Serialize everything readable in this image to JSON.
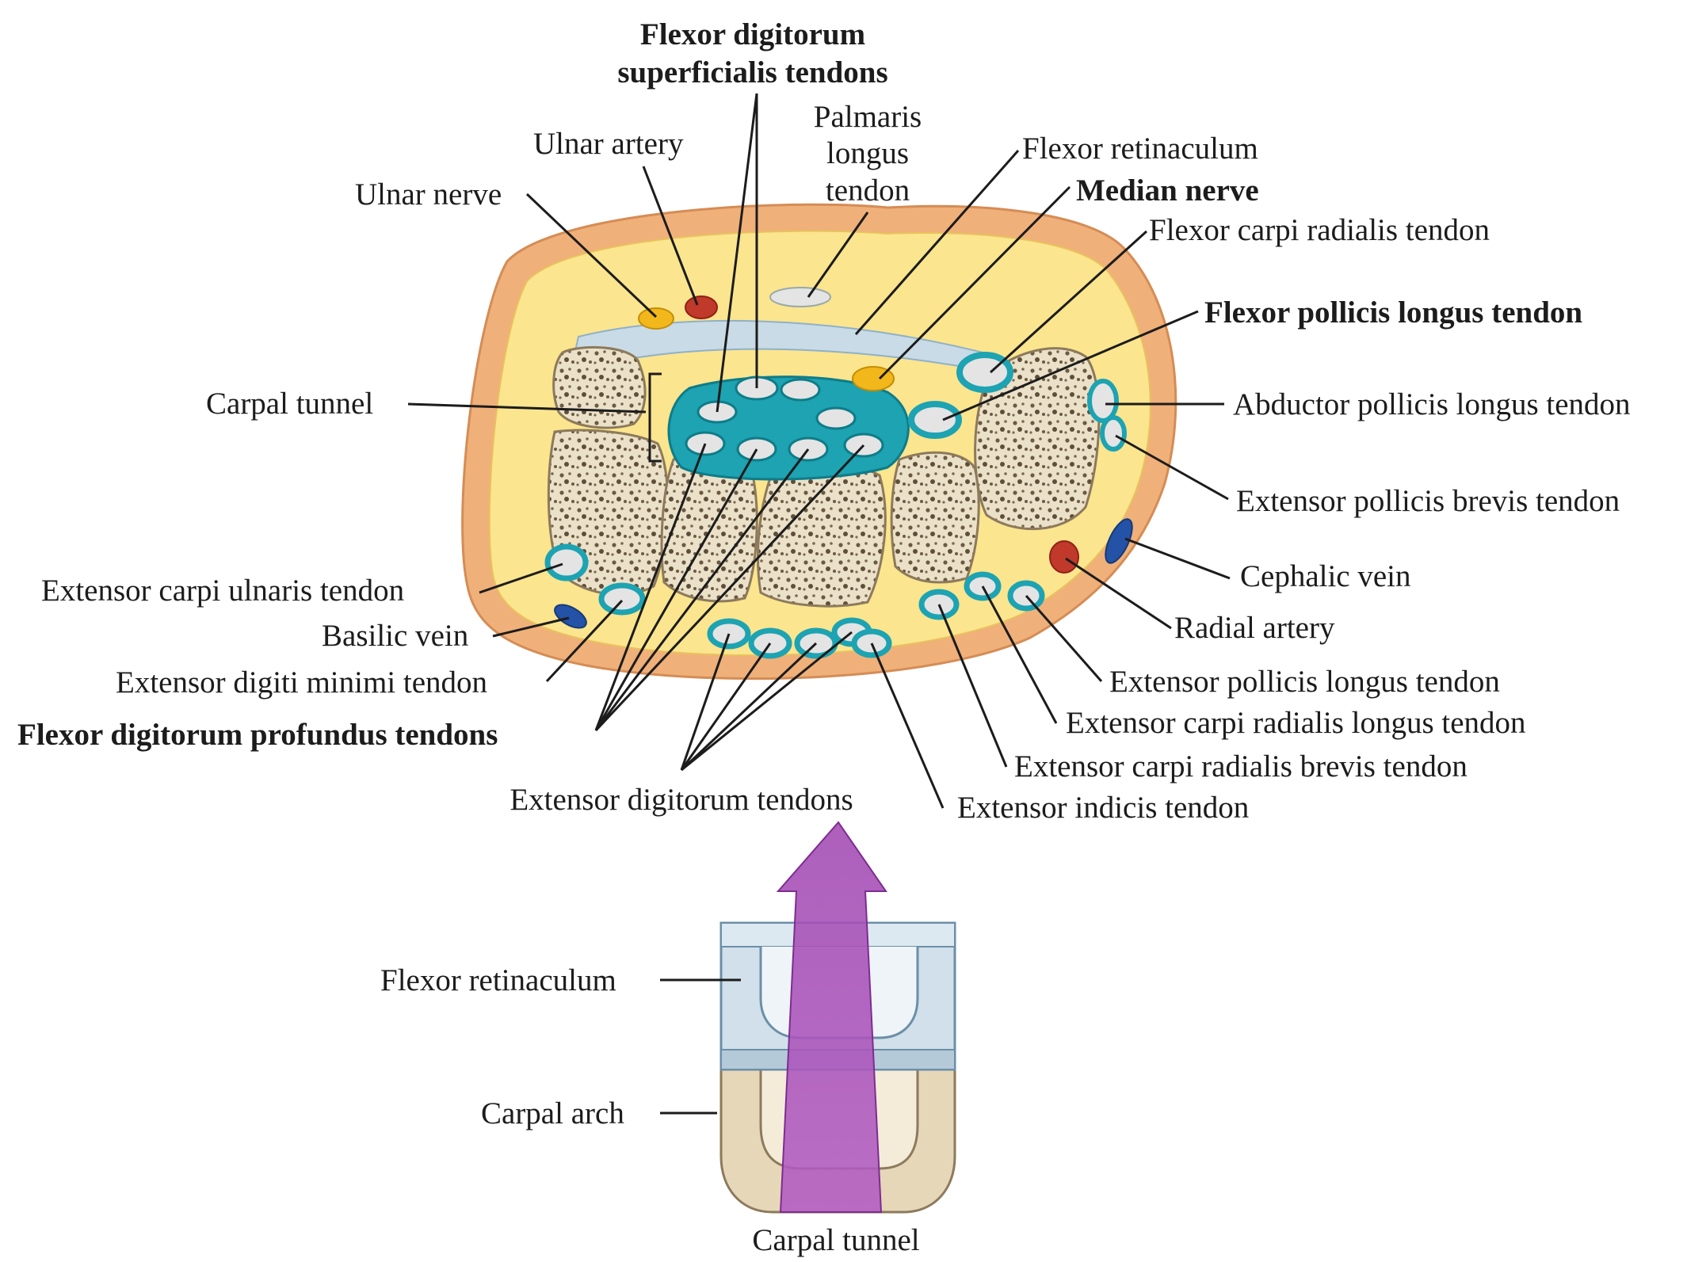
{
  "cross_section_labels": {
    "fds_line1": "Flexor digitorum",
    "fds_line2": "superficialis tendons",
    "palmaris_line1": "Palmaris",
    "palmaris_line2": "longus",
    "palmaris_line3": "tendon",
    "ulnar_artery": "Ulnar artery",
    "ulnar_nerve": "Ulnar nerve",
    "flexor_retinaculum": "Flexor retinaculum",
    "median_nerve": "Median nerve",
    "fcr_tendon": "Flexor carpi radialis tendon",
    "fpl_tendon": "Flexor pollicis longus tendon",
    "carpal_tunnel": "Carpal tunnel",
    "apl_tendon": "Abductor pollicis longus tendon",
    "epb_tendon": "Extensor pollicis brevis tendon",
    "cephalic_vein": "Cephalic vein",
    "radial_artery": "Radial artery",
    "ecu_tendon": "Extensor carpi ulnaris tendon",
    "basilic_vein": "Basilic vein",
    "edm_tendon": "Extensor digiti minimi tendon",
    "fdp_tendons": "Flexor digitorum profundus tendons",
    "epl_tendon": "Extensor pollicis longus tendon",
    "ecrl_tendon": "Extensor carpi radialis longus tendon",
    "ecrb_tendon": "Extensor carpi radialis brevis tendon",
    "ed_tendons": "Extensor digitorum tendons",
    "ei_tendon": "Extensor indicis tendon"
  },
  "inset_labels": {
    "flexor_retinaculum": "Flexor retinaculum",
    "carpal_arch": "Carpal arch",
    "carpal_tunnel": "Carpal tunnel"
  },
  "colors": {
    "skin": "#f0b07a",
    "fat": "#fbe58e",
    "bone": "#ebe1c9",
    "sheath": "#1da3b2",
    "tendon": "#e4e4e4",
    "nerve": "#f2b81b",
    "artery": "#c0392b",
    "vein": "#2452a6",
    "arrow": "#a24ab2",
    "retinaculum": "#c9dbe6"
  }
}
